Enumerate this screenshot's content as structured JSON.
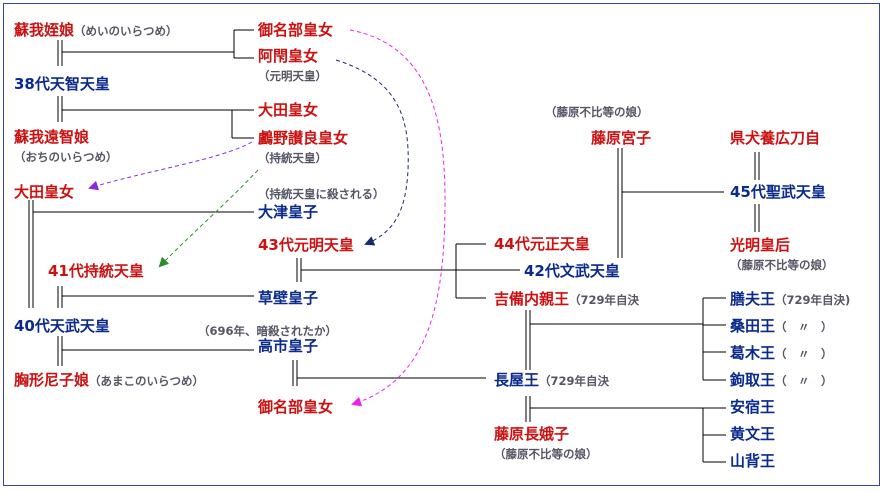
{
  "people": {
    "soga_meinoiratsume": {
      "name": "蘇我姪娘",
      "reading": "（めいのいらつめ）"
    },
    "minabe_top": {
      "name": "御名部皇女"
    },
    "ahe": {
      "name": "阿閇皇女",
      "sub": "（元明天皇）"
    },
    "tenji": {
      "name": "38代天智天皇"
    },
    "ota_daughter": {
      "name": "大田皇女"
    },
    "soga_ochi": {
      "name": "蘇我遠智娘",
      "reading": "（おちのいらつめ）"
    },
    "unonosarara": {
      "name": "鸕野讃良皇女",
      "sub": "（持統天皇）"
    },
    "ota_left": {
      "name": "大田皇女"
    },
    "otsu": {
      "name": "大津皇子",
      "note": "（持統天皇に殺される）"
    },
    "genmei": {
      "name": "43代元明天皇"
    },
    "jito": {
      "name": "41代持統天皇"
    },
    "kusakabe": {
      "name": "草壁皇子"
    },
    "tenmu": {
      "name": "40代天武天皇"
    },
    "takechi": {
      "name": "高市皇子",
      "note": "（696年、暗殺されたか）"
    },
    "munakata": {
      "name": "胸形尼子娘",
      "reading": "（あまこのいらつめ）"
    },
    "minabe_bottom": {
      "name": "御名部皇女"
    },
    "fujiwara_miyako": {
      "name": "藤原宮子",
      "note": "（藤原不比等の娘）"
    },
    "agatainukai": {
      "name": "県犬養広刀自"
    },
    "shomu": {
      "name": "45代聖武天皇"
    },
    "gensho": {
      "name": "44代元正天皇"
    },
    "komyo": {
      "name": "光明皇后",
      "sub": "（藤原不比等の娘）"
    },
    "monmu": {
      "name": "42代文武天皇"
    },
    "kibi": {
      "name": "吉備内親王",
      "sub": "（729年自決"
    },
    "kashiwade": {
      "name": "膳夫王",
      "sub": "（729年自決)"
    },
    "kuwata": {
      "name": "桑田王",
      "sub": "（　〃　）"
    },
    "kazuraki": {
      "name": "葛木王",
      "sub": "（　〃　）"
    },
    "kagitori": {
      "name": "鉤取王",
      "sub": "（　〃　）"
    },
    "nagaya": {
      "name": "長屋王",
      "sub": "（729年自決"
    },
    "asuka": {
      "name": "安宿王"
    },
    "kibumi": {
      "name": "黄文王"
    },
    "yamashiro": {
      "name": "山背王"
    },
    "fujiwara_nagako": {
      "name": "藤原長娥子",
      "sub": "（藤原不比等の娘）"
    }
  },
  "colors": {
    "female_name": "#cc1111",
    "male_name": "#0a2a8c",
    "annotation": "#555566",
    "border": "#3344aa",
    "arrow_purple": "#8a2be2",
    "arrow_green": "#2e8b2e",
    "arrow_navy": "#1a2a6c",
    "arrow_magenta": "#ee22ee"
  }
}
